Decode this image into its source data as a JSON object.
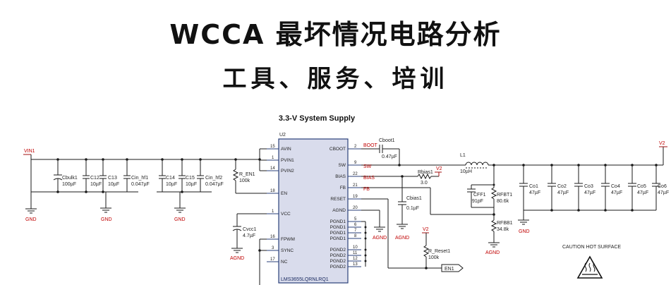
{
  "header": {
    "title": "WCCA 最坏情况电路分析",
    "subtitle": "工具、服务、培训"
  },
  "schematic": {
    "title": "3.3-V System Supply",
    "ic": {
      "ref": "U2",
      "part": "LMS3655LQRNLRQ1",
      "left_pins": [
        {
          "num": "15",
          "name": "AVIN"
        },
        {
          "num": "1",
          "name": "PVIN1"
        },
        {
          "num": "14",
          "name": "PVIN2"
        },
        {
          "num": "18",
          "name": "EN"
        },
        {
          "num": "1",
          "name": "VCC"
        },
        {
          "num": "16",
          "name": "FPWM"
        },
        {
          "num": "3",
          "name": "SYNC"
        },
        {
          "num": "17",
          "name": "NC"
        }
      ],
      "right_pins": [
        {
          "num": "2",
          "name": "CBOOT"
        },
        {
          "num": "9",
          "name": "SW"
        },
        {
          "num": "22",
          "name": "BIAS"
        },
        {
          "num": "21",
          "name": "FB"
        },
        {
          "num": "19",
          "name": "RESET"
        },
        {
          "num": "20",
          "name": "AGND"
        },
        {
          "num": "5",
          "name": "PGND1"
        },
        {
          "num": "6",
          "name": "PGND1"
        },
        {
          "num": "7",
          "name": "PGND1"
        },
        {
          "num": "8",
          "name": "PGND1"
        },
        {
          "num": "10",
          "name": "PGND2"
        },
        {
          "num": "11",
          "name": "PGND2"
        },
        {
          "num": "12",
          "name": "PGND2"
        },
        {
          "num": "13",
          "name": "PGND2"
        }
      ]
    },
    "nets": {
      "vin": "VIN1",
      "v2": "V2",
      "boot": "BOOT",
      "sw": "SW",
      "bias": "BIAS",
      "fb": "FB",
      "en1": "EN1",
      "gnd": "GND",
      "agnd": "AGND"
    },
    "input_caps": [
      {
        "ref": "Cbulk1",
        "value": "100µF"
      },
      {
        "ref": "C12",
        "value": "10µF"
      },
      {
        "ref": "C13",
        "value": "10µF"
      },
      {
        "ref": "Cin_hf1",
        "value": "0.047µF"
      },
      {
        "ref": "C14",
        "value": "10µF"
      },
      {
        "ref": "C15",
        "value": "10µF"
      },
      {
        "ref": "Cin_hf2",
        "value": "0.047µF"
      }
    ],
    "r_en": {
      "ref": "R_EN1",
      "value": "100k"
    },
    "cvcc": {
      "ref": "Cvcc1",
      "value": "4.7µF"
    },
    "cboot": {
      "ref": "Cboot1",
      "value": "0.47µF"
    },
    "rbias": {
      "ref": "Rbias1",
      "value": "3.0"
    },
    "cbias": {
      "ref": "Cbias1",
      "value": "0.1µF"
    },
    "inductor": {
      "ref": "L1",
      "value": "10µH"
    },
    "cff": {
      "ref": "CFF1",
      "value": "91pF"
    },
    "rfbt": {
      "ref": "RFBT1",
      "value": "80.6k"
    },
    "rfbb": {
      "ref": "RFBB1",
      "value": "34.8k"
    },
    "r_reset": {
      "ref": "R_Reset1",
      "value": "100k"
    },
    "output_caps": [
      {
        "ref": "Co1",
        "value": "47µF"
      },
      {
        "ref": "Co2",
        "value": "47µF"
      },
      {
        "ref": "Co3",
        "value": "47µF"
      },
      {
        "ref": "Co4",
        "value": "47µF"
      },
      {
        "ref": "Co5",
        "value": "47µF"
      },
      {
        "ref": "Co6",
        "value": "47µF"
      }
    ],
    "caution": "CAUTION HOT SURFACE"
  }
}
